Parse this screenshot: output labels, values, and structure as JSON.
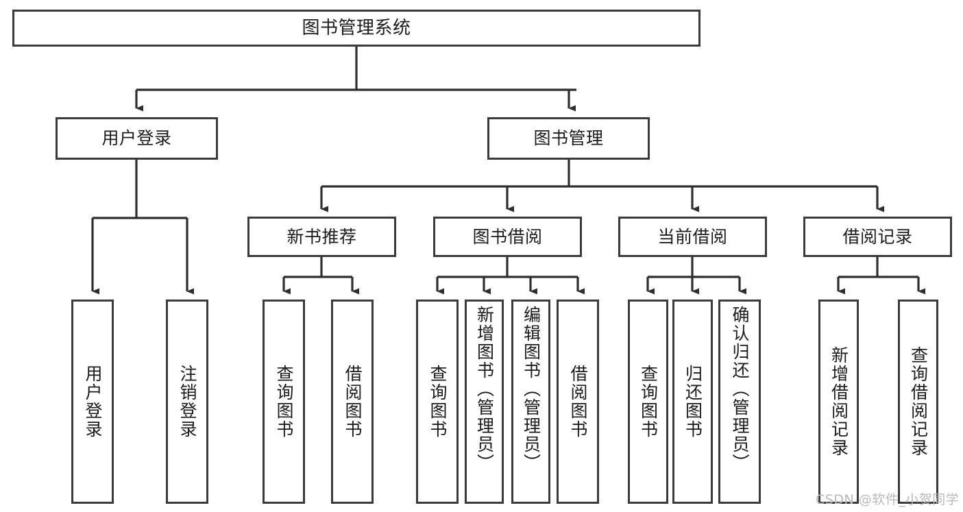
{
  "diagram": {
    "title": "图书管理系统",
    "type": "tree-hierarchy",
    "watermark": "CSDN @软件_小贺同学",
    "colors": {
      "border": "#3a3a3a",
      "background": "#ffffff",
      "text": "#1b1b1b",
      "edge": "#2e2e2e",
      "watermark": "#b9b9b9"
    },
    "nodes": {
      "root": {
        "label": "图书管理系统"
      },
      "level2": [
        {
          "label": "用户登录"
        },
        {
          "label": "图书管理"
        }
      ],
      "level3": [
        {
          "label": "新书推荐"
        },
        {
          "label": "图书借阅"
        },
        {
          "label": "当前借阅"
        },
        {
          "label": "借阅记录"
        }
      ],
      "leaves": {
        "user_login": [
          {
            "label": "用户登录"
          },
          {
            "label": "注销登录"
          }
        ],
        "new_book_recommend": [
          {
            "label": "查询图书"
          },
          {
            "label": "借阅图书"
          }
        ],
        "book_borrow": [
          {
            "label": "查询图书"
          },
          {
            "label": "新增图书（管理员）"
          },
          {
            "label": "编辑图书（管理员）"
          },
          {
            "label": "借阅图书"
          }
        ],
        "current_borrow": [
          {
            "label": "查询图书"
          },
          {
            "label": "归还图书"
          },
          {
            "label": "确认归还（管理员）"
          }
        ],
        "borrow_record": [
          {
            "label": "新增借阅记录"
          },
          {
            "label": "查询借阅记录"
          }
        ]
      }
    }
  }
}
